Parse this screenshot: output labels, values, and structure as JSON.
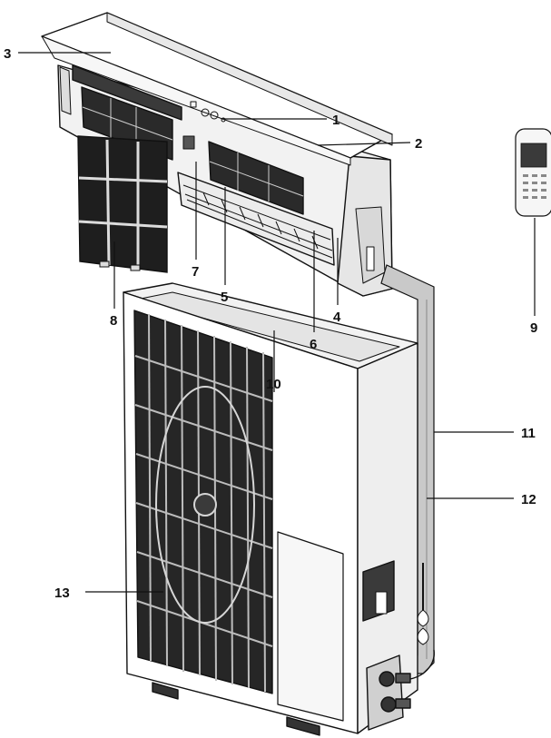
{
  "callouts": [
    {
      "id": "1",
      "label": "1"
    },
    {
      "id": "2",
      "label": "2"
    },
    {
      "id": "3",
      "label": "3"
    },
    {
      "id": "4",
      "label": "4"
    },
    {
      "id": "5",
      "label": "5"
    },
    {
      "id": "6",
      "label": "6"
    },
    {
      "id": "7",
      "label": "7"
    },
    {
      "id": "8",
      "label": "8"
    },
    {
      "id": "9",
      "label": "9"
    },
    {
      "id": "10",
      "label": "10"
    },
    {
      "id": "11",
      "label": "11"
    },
    {
      "id": "12",
      "label": "12"
    },
    {
      "id": "13",
      "label": "13"
    }
  ],
  "colors": {
    "line": "#111111",
    "body": "#ffffff",
    "shade": "#d9d9d9",
    "dark": "#2a2a2a",
    "pipe": "#bdbdbd"
  }
}
